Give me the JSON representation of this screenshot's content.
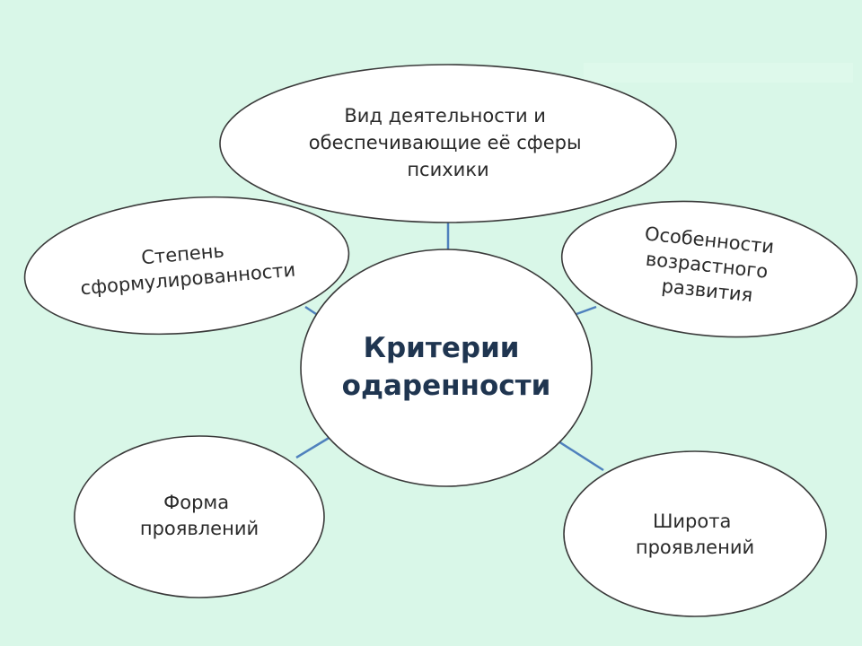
{
  "colors": {
    "background": "#d9f7e8",
    "node_fill": "#ffffff",
    "node_stroke": "#3a3a3a",
    "connector": "#4f81bd",
    "center_text": "#1f3550",
    "node_text": "#2a2a2a"
  },
  "center": {
    "lines": [
      "Критерии",
      "одаренности"
    ]
  },
  "nodes": {
    "top": {
      "lines": [
        "Вид деятельности и",
        "обеспечивающие её сферы",
        "психики"
      ]
    },
    "left": {
      "lines": [
        "Степень",
        "сформулированности"
      ]
    },
    "right": {
      "lines": [
        "Особенности",
        "возрастного",
        "развития"
      ]
    },
    "bottom_left": {
      "lines": [
        "Форма",
        "проявлений"
      ]
    },
    "bottom_right": {
      "lines": [
        "Широта",
        "проявлений"
      ]
    }
  }
}
